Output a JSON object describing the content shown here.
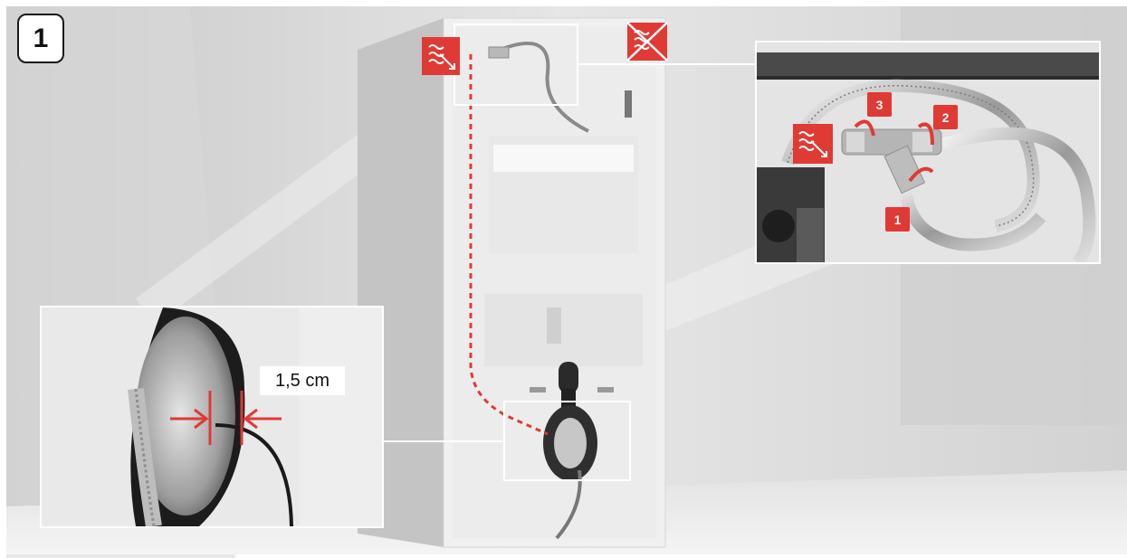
{
  "step": {
    "number": "1"
  },
  "measurement": {
    "label": "1,5 cm"
  },
  "callout_numbers": [
    "1",
    "2",
    "3"
  ],
  "colors": {
    "accent": "#e03a35",
    "frame": "#d8d8d8",
    "outline": "#1a1a1a"
  },
  "icons": [
    "hot-water-flow-icon",
    "no-hot-water-icon",
    "hot-water-flow-icon"
  ]
}
